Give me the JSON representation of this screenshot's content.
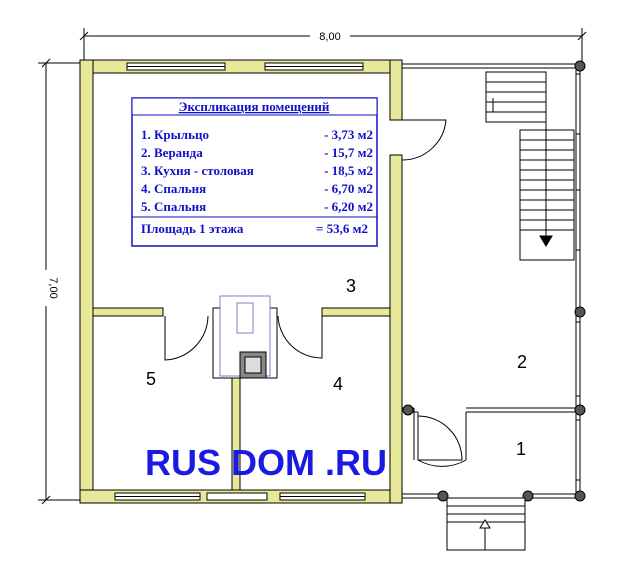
{
  "dimensions": {
    "width_label": "8,00",
    "height_label": "7,00"
  },
  "legend": {
    "title": "Экспликация помещений",
    "rows": [
      {
        "name": "1. Крыльцо",
        "area": "- 3,73 м2"
      },
      {
        "name": "2. Веранда",
        "area": "- 15,7 м2"
      },
      {
        "name": "3. Кухня - столовая",
        "area": "- 18,5 м2"
      },
      {
        "name": "4. Спальня",
        "area": "- 6,70 м2"
      },
      {
        "name": "5. Спальня",
        "area": "- 6,20 м2"
      }
    ],
    "total_name": "Площадь 1 этажа",
    "total_area": "= 53,6 м2"
  },
  "rooms": {
    "r1": "1",
    "r2": "2",
    "r3": "3",
    "r4": "4",
    "r5": "5"
  },
  "watermark": "RUS DOM .RU",
  "colors": {
    "wall": "#e8e89a",
    "wall_stroke": "#000000",
    "legend_border": "#1010c8",
    "watermark": "#1a1ae0",
    "column": "#555555"
  }
}
